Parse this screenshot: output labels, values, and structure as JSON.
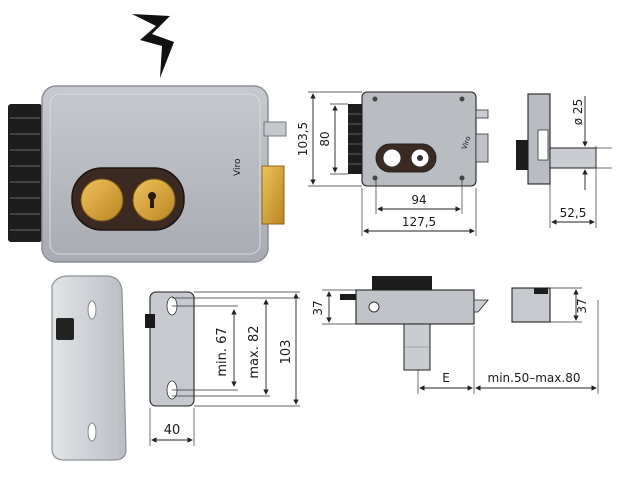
{
  "product": {
    "brand_mark": "Viro",
    "lightning_icon": "lightning-bolt-icon"
  },
  "colors": {
    "body_grey": "#b9bcc1",
    "body_dark_grey": "#9a9ea4",
    "knob_brown": "#3a2a22",
    "brass": "#d6a43c",
    "knurl_black": "#1d1d1d",
    "rotor_grey": "#c9ccd0"
  },
  "dimensions": {
    "front_height_outer": "103,5",
    "front_height_inner": "80",
    "front_width_inner": "94",
    "front_width_outer": "127,5",
    "side_diameter": "ø 25",
    "side_projection": "52,5",
    "plate_min": "min. 67",
    "plate_max": "max. 82",
    "plate_height": "103",
    "plate_width": "40",
    "bottom_height_left": "37",
    "bottom_height_right": "37",
    "bottom_e": "E",
    "bottom_range": "min.50–max.80"
  }
}
